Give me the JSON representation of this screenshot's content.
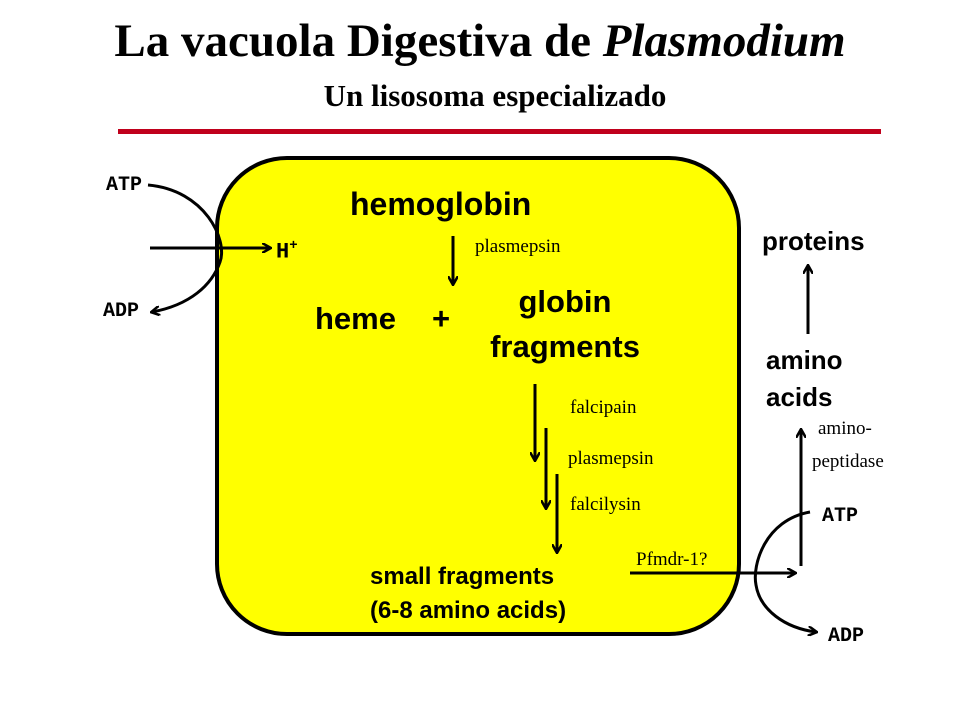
{
  "title": {
    "main": "La vacuola Digestiva de",
    "italic": "Plasmodium",
    "subtitle": "Un lisosoma especializado"
  },
  "colors": {
    "accent_rule": "#c0001c",
    "vacuole_fill": "#ffff00"
  },
  "pump_left": {
    "atp": "ATP",
    "proton": "H",
    "proton_charge": "+",
    "adp": "ADP"
  },
  "vacuole": {
    "hemoglobin": "hemoglobin",
    "plasmepsin_1": "plasmepsin",
    "heme": "heme",
    "plus": "+",
    "globin_line1": "globin",
    "globin_line2": "fragments",
    "enzymes": [
      "falcipain",
      "plasmepsin",
      "falcilysin"
    ],
    "small_line1": "small fragments",
    "small_line2": "(6-8 amino acids)"
  },
  "transporter": {
    "label": "Pfmdr-1?"
  },
  "pump_right": {
    "atp": "ATP",
    "adp": "ADP"
  },
  "cytosol": {
    "aminopeptidase_line1": "amino-",
    "aminopeptidase_line2": "peptidase",
    "amino_line1": "amino",
    "amino_line2": "acids",
    "proteins": "proteins"
  }
}
